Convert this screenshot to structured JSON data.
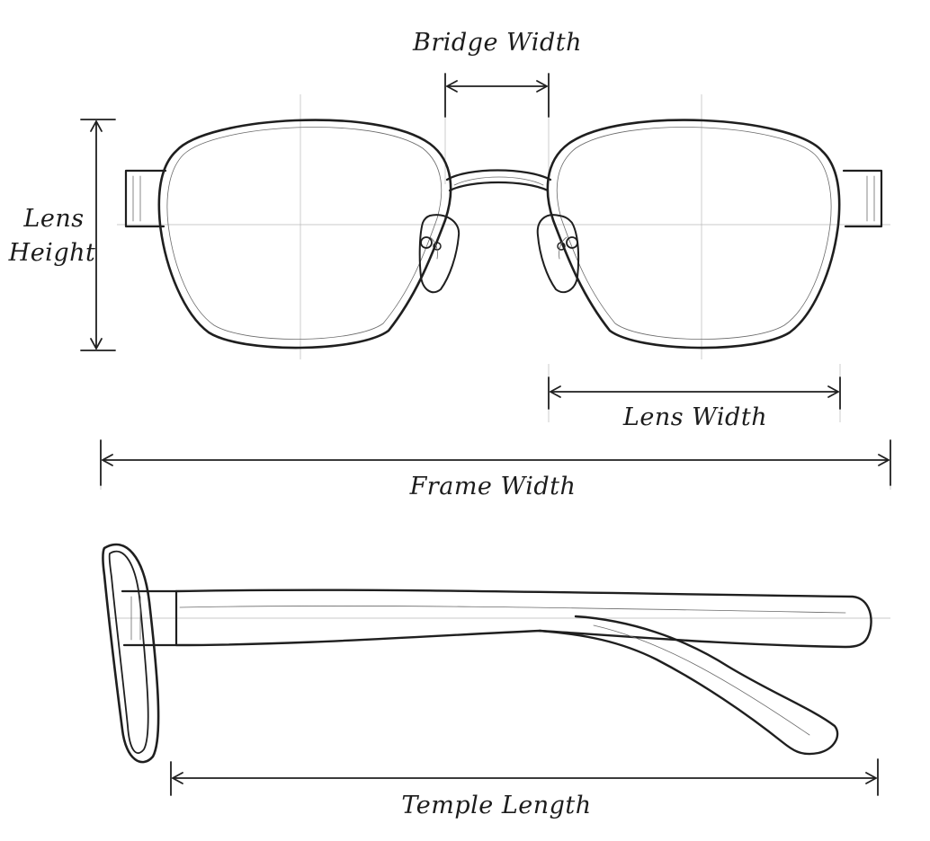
{
  "labels": {
    "bridge_width": "Bridge Width",
    "lens_height_line1": "Lens",
    "lens_height_line2": "Height",
    "lens_width": "Lens Width",
    "frame_width": "Frame Width",
    "temple_length": "Temple Length"
  },
  "colors": {
    "ink": "#1f1f1f",
    "guide": "#b9b9b9",
    "paper": "#ffffff"
  }
}
